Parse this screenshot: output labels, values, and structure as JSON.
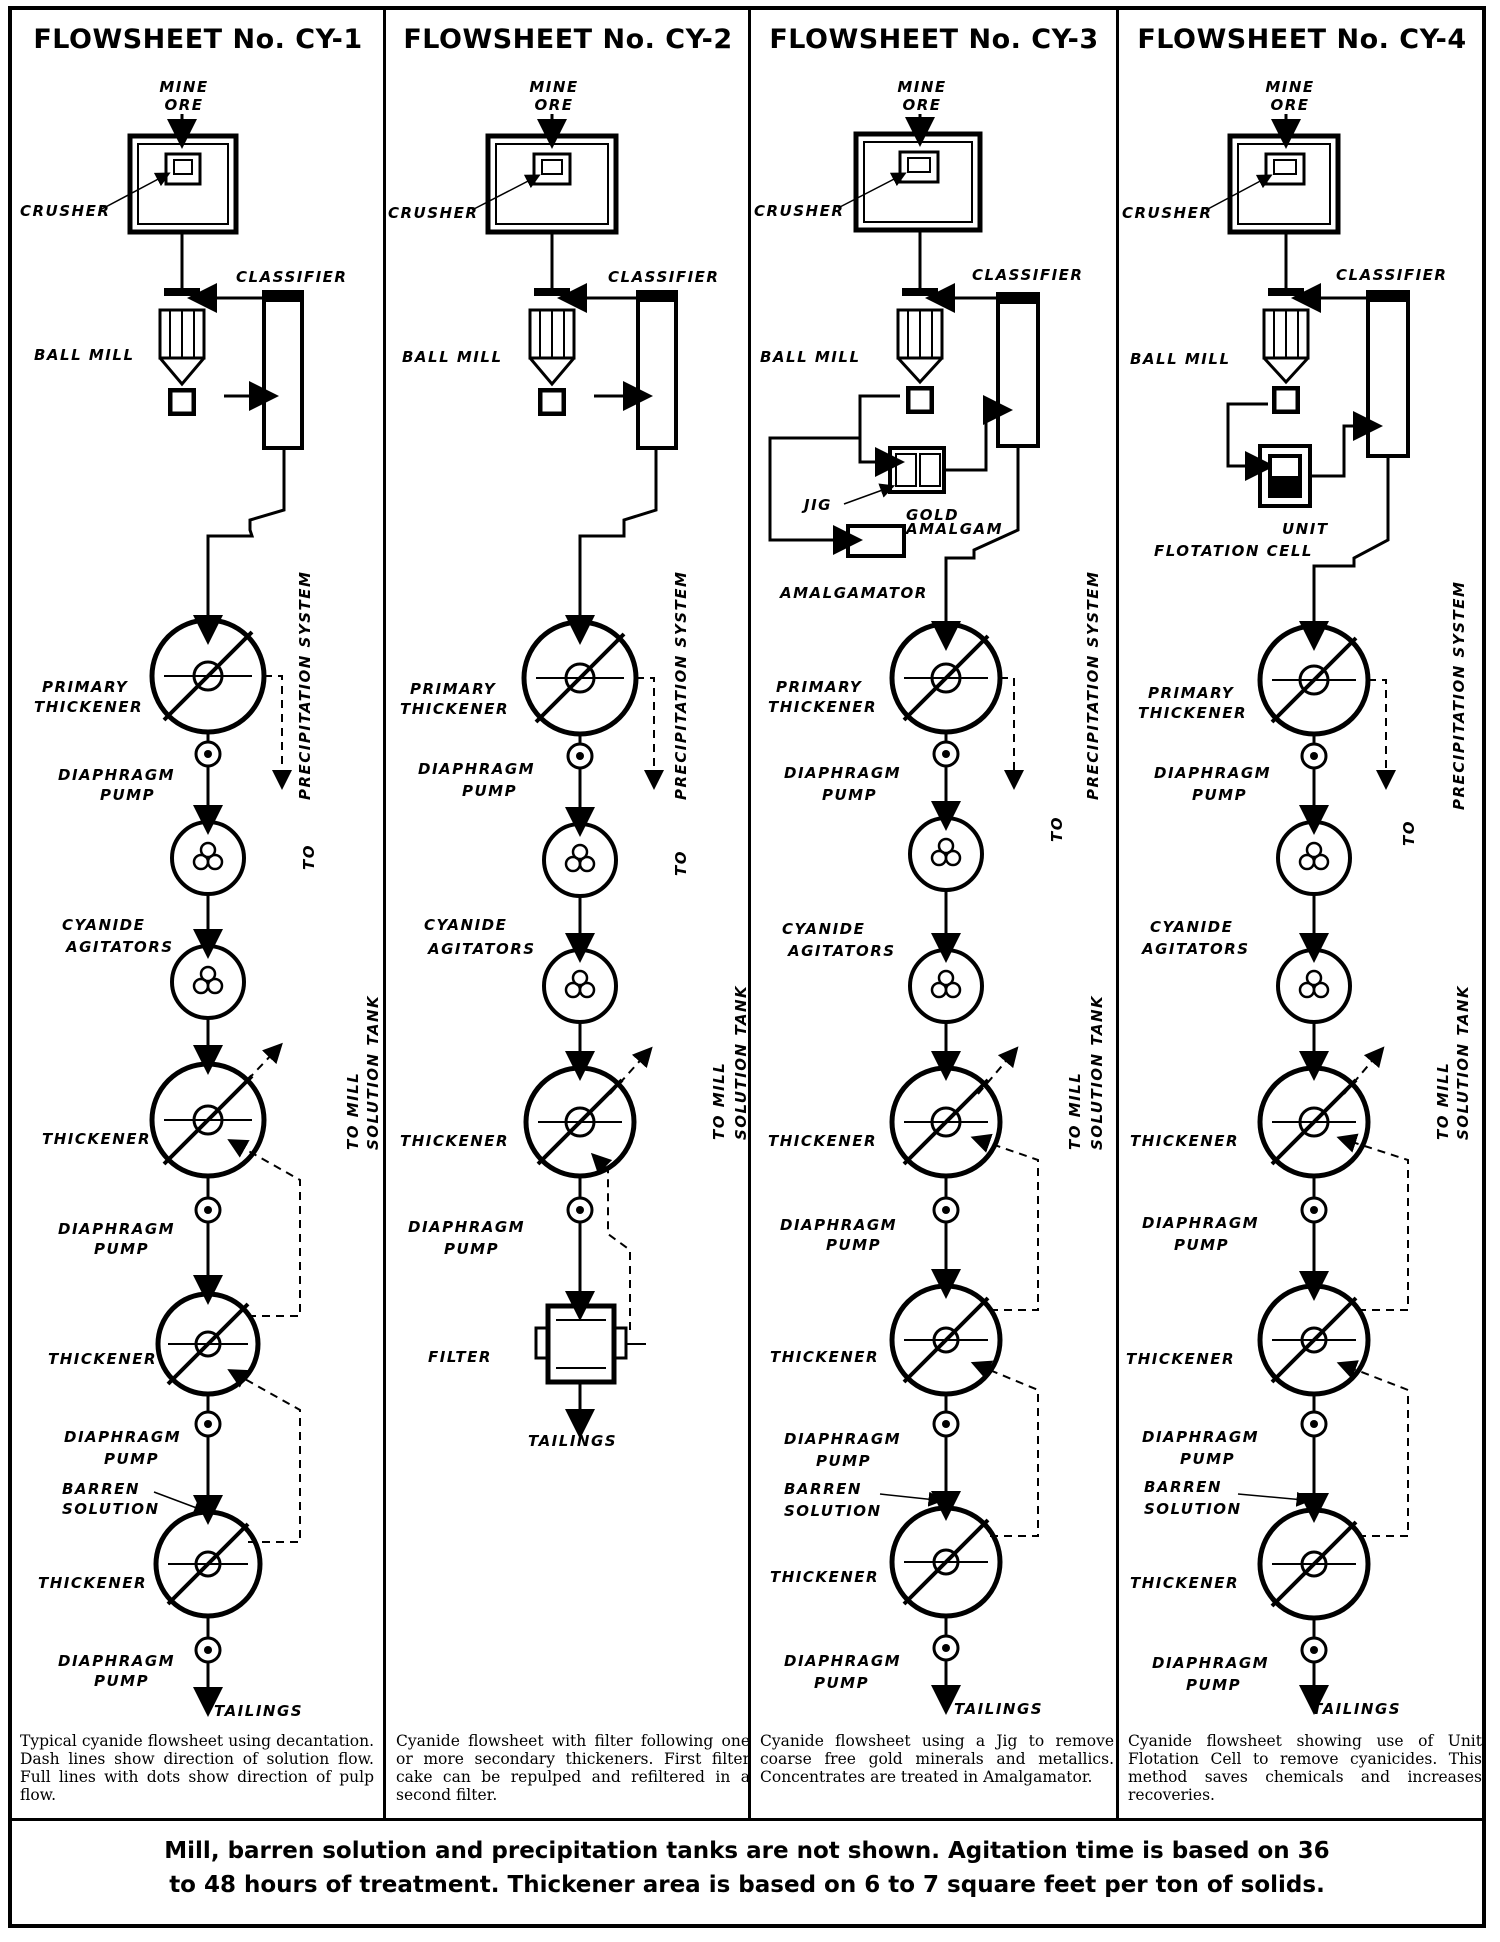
{
  "sheets": [
    {
      "title": "FLOWSHEET No. CY-1",
      "caption": "Typical cyanide flowsheet using decantation. Dash lines show direction of solution flow. Full lines with dots show direction of pulp flow."
    },
    {
      "title": "FLOWSHEET No. CY-2",
      "caption": "Cyanide flowsheet with filter following one or more secondary thickeners. First filter cake can be repulped and refiltered in a second filter."
    },
    {
      "title": "FLOWSHEET No. CY-3",
      "caption": "Cyanide flowsheet using a Jig to remove coarse free gold minerals and metallics. Concentrates are treated in Amalgamator."
    },
    {
      "title": "FLOWSHEET No. CY-4",
      "caption": "Cyanide flowsheet showing use of Unit Flotation Cell to remove cyanicides. This method saves chemicals and increases recoveries."
    }
  ],
  "labels": {
    "mine": "MINE",
    "ore": "ORE",
    "crusher": "CRUSHER",
    "classifier": "CLASSIFIER",
    "ball_mill": "BALL MILL",
    "primary": "PRIMARY",
    "thickener": "THICKENER",
    "diaphragm": "DIAPHRAGM",
    "pump": "PUMP",
    "cyanide": "CYANIDE",
    "agitators": "AGITATORS",
    "barren": "BARREN",
    "solution": "SOLUTION",
    "tailings": "TAILINGS",
    "filter": "FILTER",
    "jig": "JIG",
    "gold": "GOLD",
    "amalgam": "AMALGAM",
    "amalgamator": "AMALGAMATOR",
    "unit": "UNIT",
    "flotation_cell": "FLOTATION CELL",
    "to": "TO",
    "precipitation_system": "PRECIPITATION SYSTEM",
    "to_mill": "TO MILL",
    "solution_tank": "SOLUTION TANK"
  },
  "footer": {
    "line1": "Mill, barren solution and precipitation tanks are not shown. Agitation time is based on 36",
    "line2": "to 48 hours of treatment. Thickener area is based on 6 to 7 square feet per ton of solids."
  }
}
